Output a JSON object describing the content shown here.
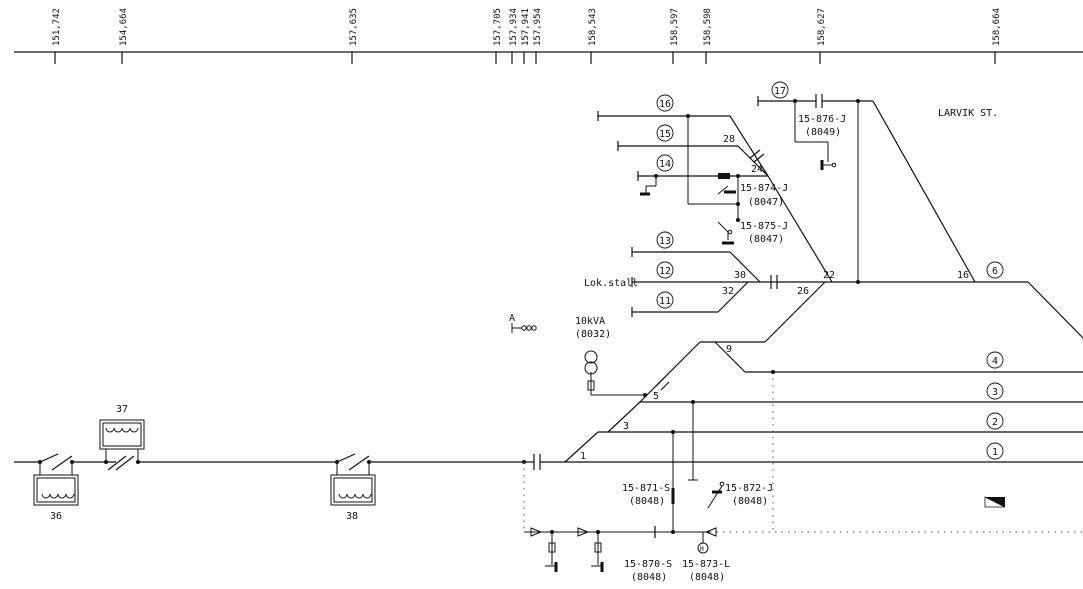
{
  "kilometer_marks": [
    "151,742",
    "154,664",
    "157,635",
    "157,705",
    "157,934",
    "157,941",
    "157,954",
    "158,543",
    "158,597",
    "158,598",
    "158,627",
    "158,664"
  ],
  "station_name": "LARVIK ST.",
  "track_numbers": [
    "1",
    "2",
    "3",
    "4",
    "6",
    "11",
    "12",
    "13",
    "14",
    "15",
    "16",
    "17"
  ],
  "track_label_lokstall": "Lok.stall",
  "switch_numbers": [
    "1",
    "3",
    "5",
    "9",
    "16",
    "22",
    "24",
    "26",
    "28",
    "30",
    "32"
  ],
  "signals": [
    {
      "id": "15-876-J",
      "code": "(8049)"
    },
    {
      "id": "15-874-J",
      "code": "(8047)"
    },
    {
      "id": "15-875-J",
      "code": "(8047)"
    },
    {
      "id": "15-871-S",
      "code": "(8048)"
    },
    {
      "id": "15-872-J",
      "code": "(8048)"
    },
    {
      "id": "15-870-S",
      "code": "(8048)"
    },
    {
      "id": "15-873-L",
      "code": "(8048)"
    }
  ],
  "transformer": {
    "rating": "10kVA",
    "code": "(8032)"
  },
  "point_a_label": "A",
  "section_boxes": [
    "36",
    "37",
    "38"
  ],
  "motor_symbol": "M"
}
